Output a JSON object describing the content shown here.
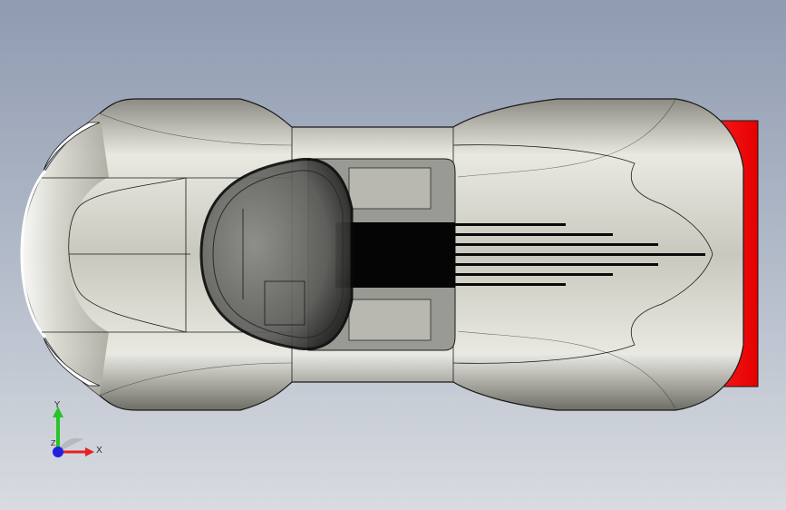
{
  "viewport": {
    "background_top": "#8f9bb0",
    "background_bottom": "#d8dbe0"
  },
  "model": {
    "body_color": "#c9c8be",
    "body_highlight": "#f4f4ee",
    "body_shadow": "#6e6d66",
    "canopy_color": "#4a4a48",
    "wing_color": "#ff0000",
    "edge_color": "#1a1a1a"
  },
  "triad": {
    "y_label": "Y",
    "x_label": "X",
    "z_label": "Z",
    "y_color": "#28c428",
    "x_color": "#e82020",
    "z_color": "#2020e0"
  }
}
